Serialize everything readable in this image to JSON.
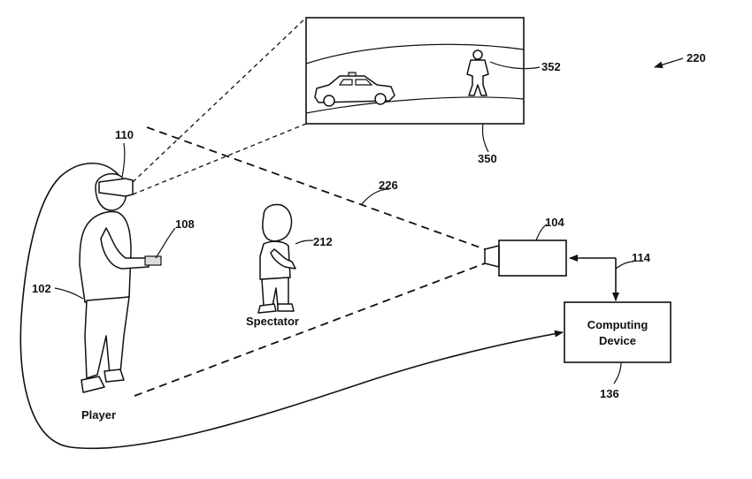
{
  "figure_ref": "220",
  "player": {
    "ref": "102",
    "label": "Player"
  },
  "hmd": {
    "ref": "110"
  },
  "controller": {
    "ref": "108"
  },
  "spectator": {
    "ref": "212",
    "label": "Spectator"
  },
  "camera": {
    "ref": "104"
  },
  "computing_device": {
    "line1": "Computing",
    "line2": "Device",
    "ref": "136"
  },
  "link": {
    "ref": "114"
  },
  "camera_view": {
    "ref": "226"
  },
  "vr_scene": {
    "ref": "350",
    "character_ref": "352"
  }
}
